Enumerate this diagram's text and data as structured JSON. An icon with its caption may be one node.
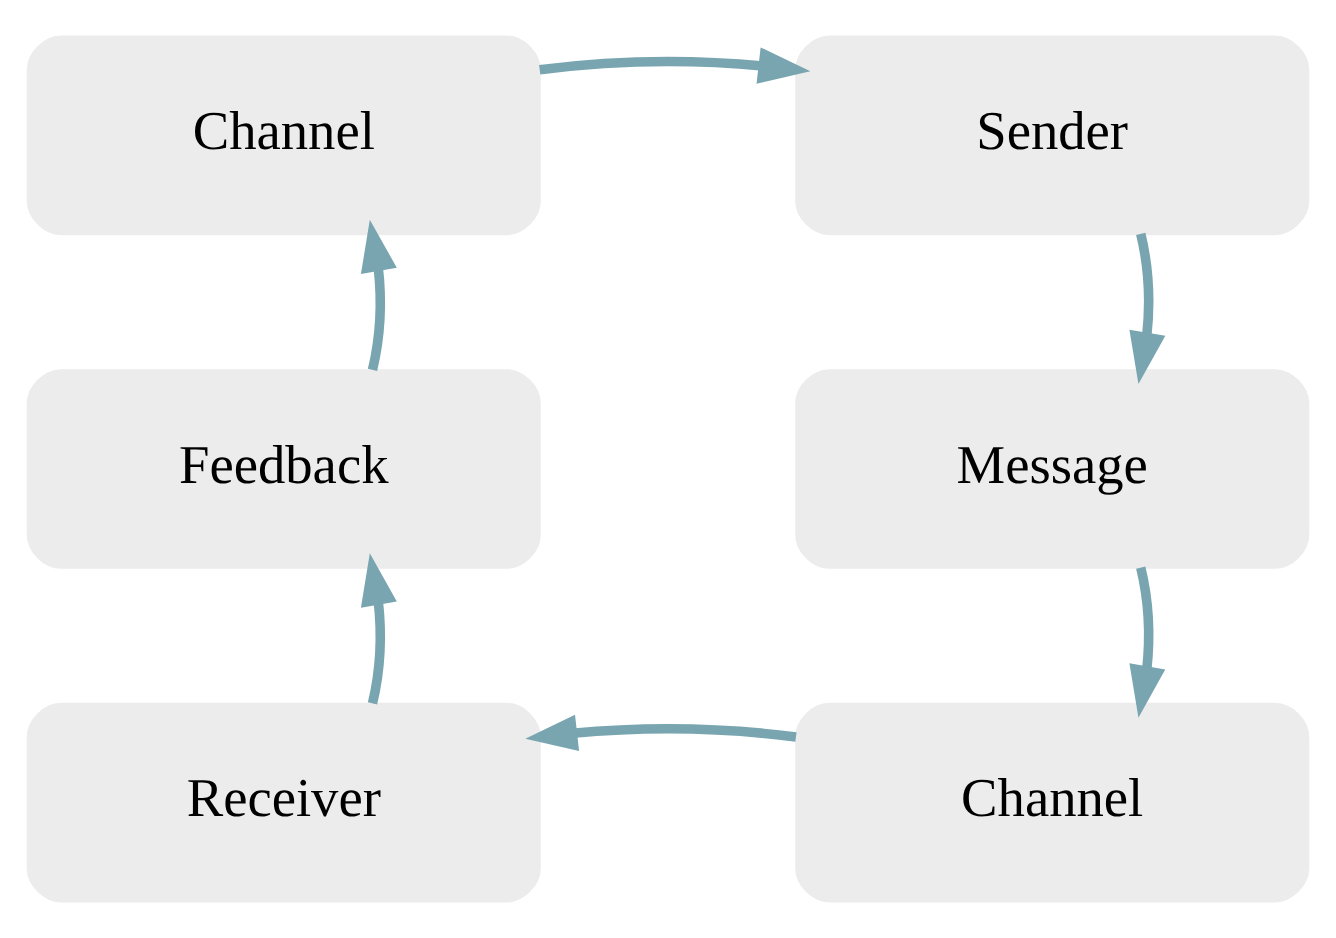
{
  "diagram": {
    "nodes": [
      {
        "text": [
          "Channel"
        ]
      },
      {
        "text": [
          "Sender"
        ]
      },
      {
        "text": [
          "Feedback"
        ]
      },
      {
        "text": [
          "Message"
        ]
      },
      {
        "text": [
          "Receiver"
        ]
      },
      {
        "text": [
          "Channel"
        ]
      }
    ],
    "edges": [
      {
        "from": 0,
        "to": 1,
        "arrow": "to"
      },
      {
        "from": 1,
        "to": 3,
        "arrow": "to"
      },
      {
        "from": 3,
        "to": 5,
        "arrow": "to"
      },
      {
        "from": 5,
        "to": 4,
        "arrow": "to"
      },
      {
        "from": 4,
        "to": 2,
        "arrow": "to"
      },
      {
        "from": 2,
        "to": 0,
        "arrow": "to"
      }
    ]
  }
}
